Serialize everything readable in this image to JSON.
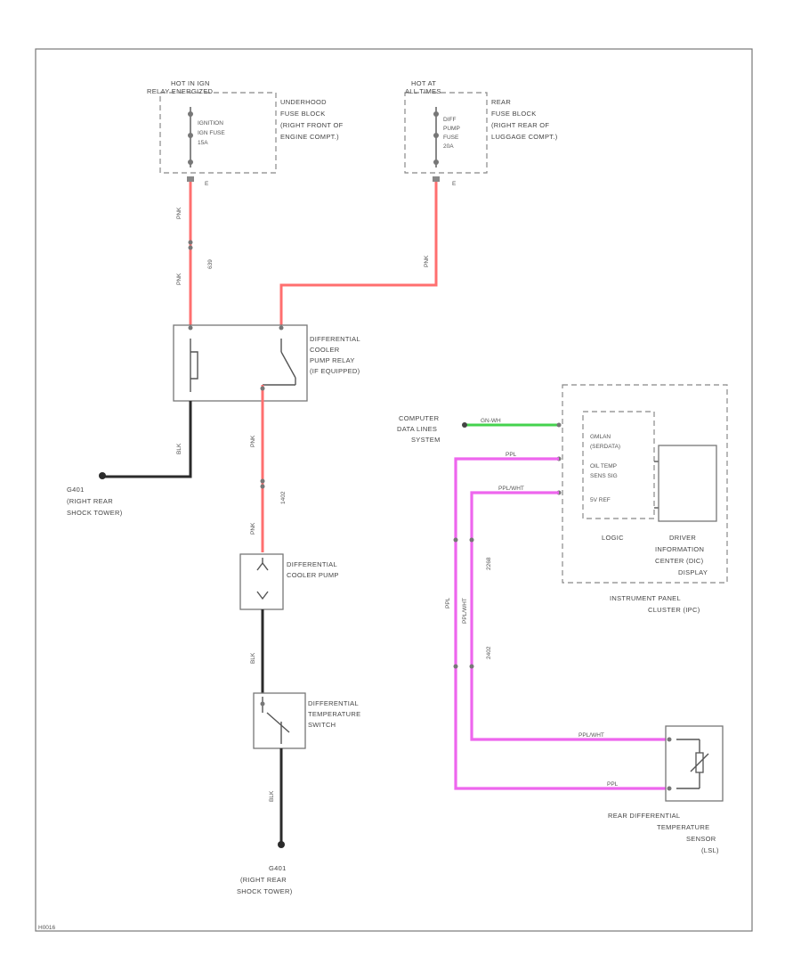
{
  "diagram": {
    "fuse_left": {
      "source": [
        "HOT IN IGN",
        "RELAY ENERGIZED"
      ],
      "fuse_text": [
        "IGNITION",
        "IGN FUSE",
        "15A"
      ],
      "location": [
        "UNDERHOOD",
        "FUSE BLOCK",
        "(RIGHT FRONT OF",
        "ENGINE COMPT.)"
      ],
      "pin": "E"
    },
    "fuse_right": {
      "source": [
        "HOT AT",
        "ALL TIMES"
      ],
      "fuse_text": [
        "DIFF",
        "PUMP",
        "FUSE",
        "20A"
      ],
      "location": [
        "REAR",
        "FUSE BLOCK",
        "(RIGHT REAR OF",
        "LUGGAGE COMPT.)"
      ],
      "pin": "E"
    },
    "relay": {
      "label": [
        "DIFFERENTIAL",
        "COOLER",
        "PUMP RELAY",
        "(IF EQUIPPED)"
      ]
    },
    "pump": {
      "label": [
        "DIFFERENTIAL",
        "COOLER PUMP"
      ]
    },
    "temp_switch": {
      "label": [
        "DIFFERENTIAL",
        "TEMPERATURE",
        "SWITCH"
      ]
    },
    "ground_left": {
      "label": [
        "G401",
        "(RIGHT REAR",
        "SHOCK TOWER)"
      ]
    },
    "ground_bottom": {
      "label": [
        "G401",
        "(RIGHT REAR",
        "SHOCK TOWER)"
      ]
    },
    "data_lines": {
      "label": [
        "COMPUTER",
        "DATA LINES",
        "SYSTEM"
      ],
      "wire": "GN-WH"
    },
    "ipc": {
      "inputs": [
        "GMLAN",
        "(SERDATA)",
        "OIL TEMP",
        "SENS SIG",
        "5V REF"
      ],
      "logic": "LOGIC",
      "display": [
        "DRIVER",
        "INFORMATION",
        "CENTER (DIC)",
        "DISPLAY"
      ],
      "label": [
        "INSTRUMENT PANEL",
        "CLUSTER (IPC)"
      ]
    },
    "sensor": {
      "label": [
        "REAR DIFFERENTIAL",
        "TEMPERATURE",
        "SENSOR",
        "(LSL)"
      ]
    },
    "wires": {
      "red_left_1": "PNK",
      "red_left_2": "PNK",
      "red_left_ckt": "639",
      "red_right": "PNK",
      "relay_out_1": "PNK",
      "relay_out_2": "PNK",
      "relay_out_ckt": "1402",
      "ground_wire": "BLK",
      "pump_out": "BLK",
      "switch_out": "BLK",
      "ppl": "PPL",
      "ppl_wht": "PPL/WHT",
      "sensor_ckt_1": "2268",
      "sensor_ckt_2": "2402"
    },
    "footer_code": "H0016"
  }
}
